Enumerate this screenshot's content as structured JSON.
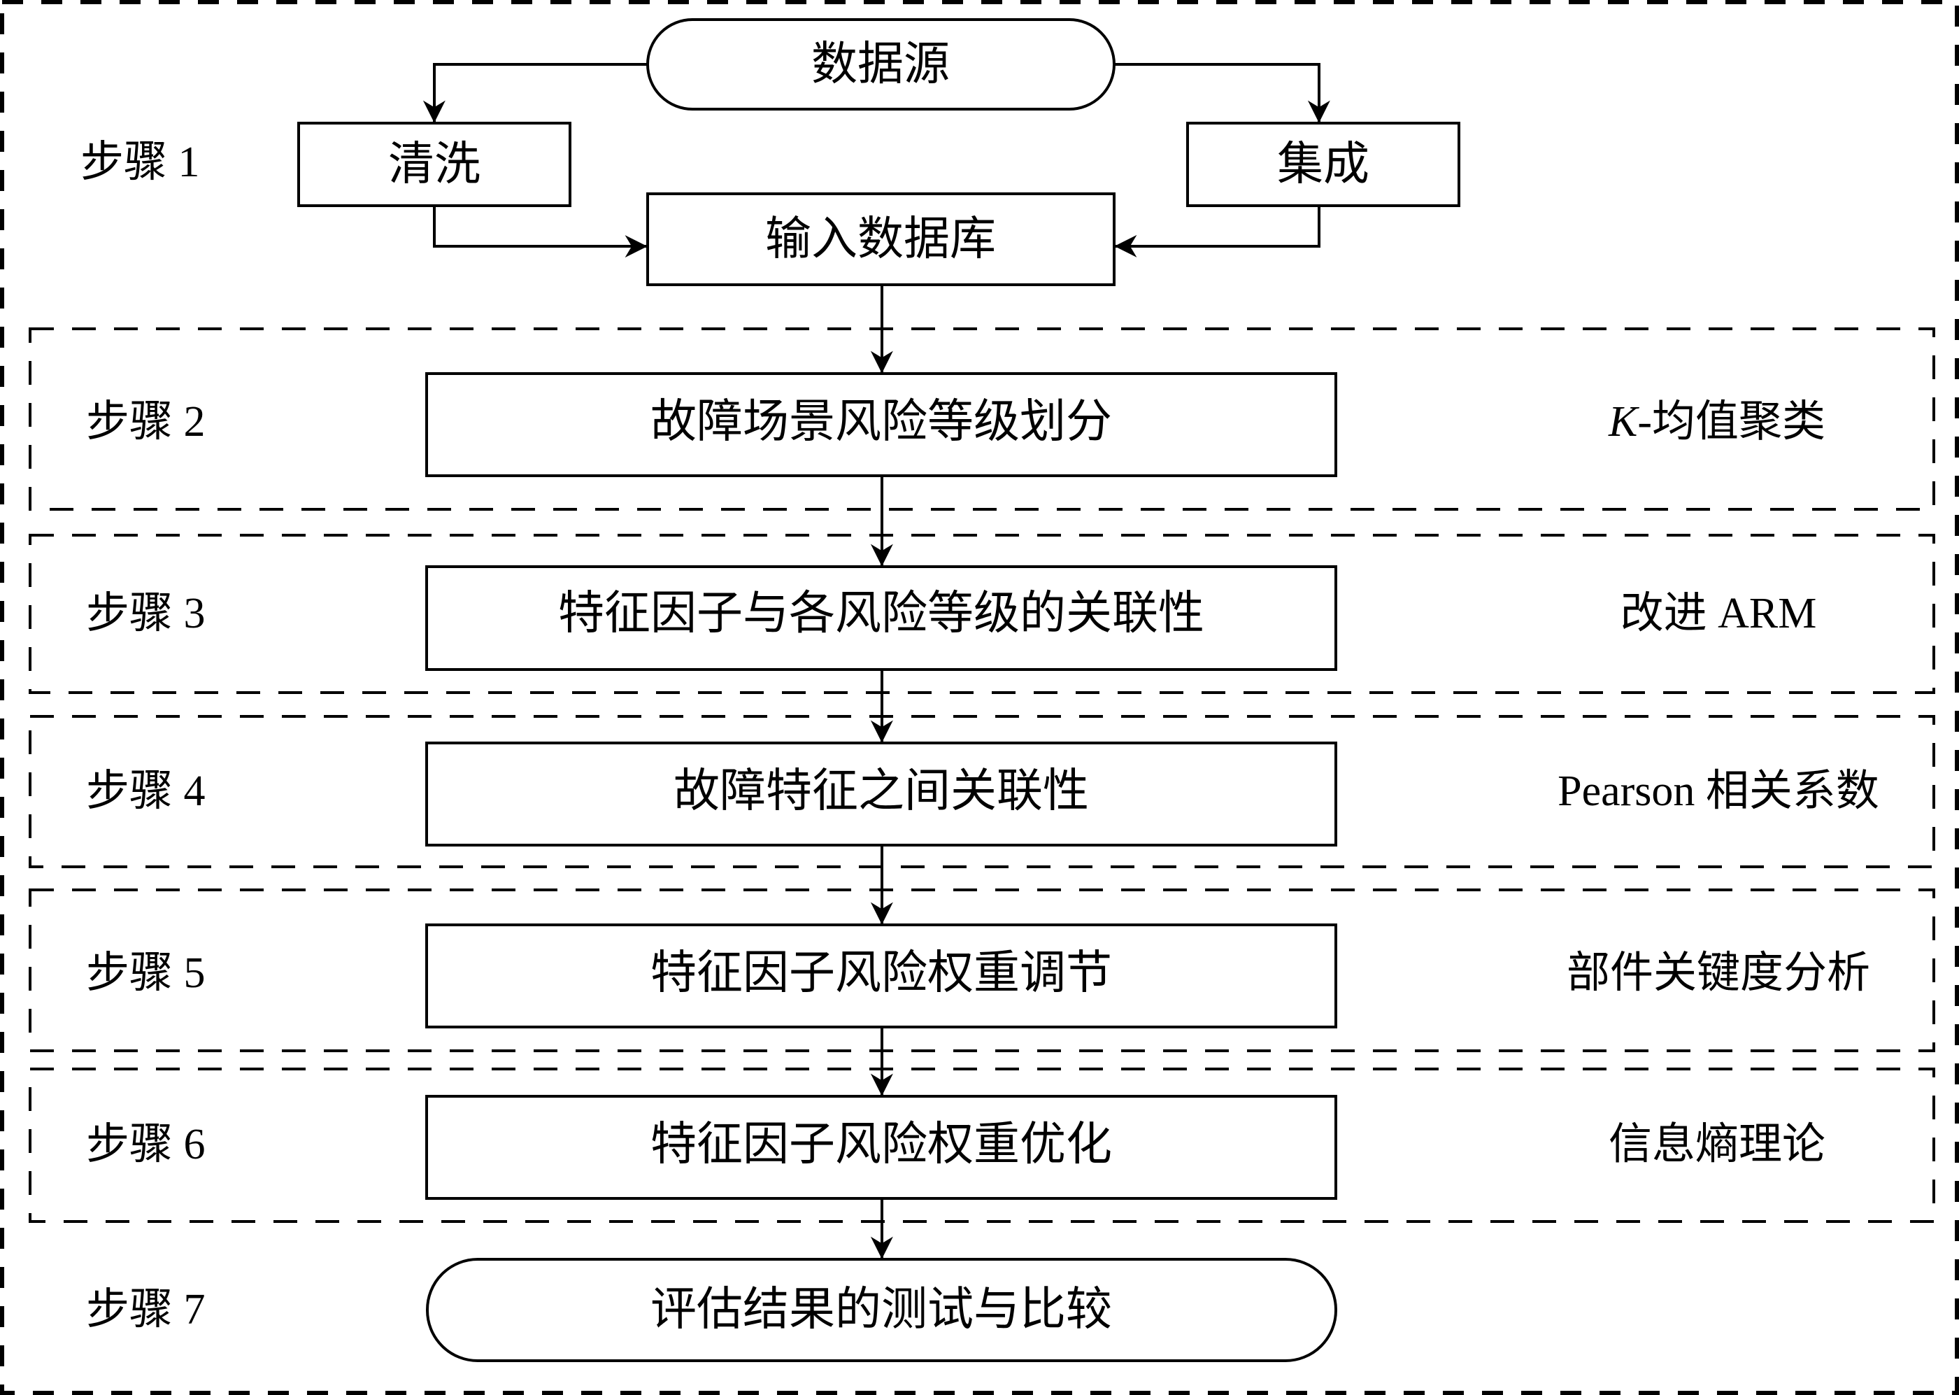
{
  "diagram": {
    "type": "flowchart",
    "colors": {
      "stroke": "#000000",
      "background": "#ffffff",
      "text": "#000000"
    },
    "nodes": {
      "data_source": "数据源",
      "cleaning": "清洗",
      "integration": "集成",
      "input_db": "输入数据库",
      "step2_box": "故障场景风险等级划分",
      "step3_box": "特征因子与各风险等级的关联性",
      "step4_box": "故障特征之间关联性",
      "step5_box": "特征因子风险权重调节",
      "step6_box": "特征因子风险权重优化",
      "step7_box": "评估结果的测试与比较"
    },
    "steps": [
      "步骤 1",
      "步骤 2",
      "步骤 3",
      "步骤 4",
      "步骤 5",
      "步骤 6",
      "步骤 7"
    ],
    "methods": {
      "step2_prefix": "K",
      "step2_rest": "-均值聚类",
      "step3": "改进 ARM",
      "step4": "Pearson 相关系数",
      "step5": "部件关键度分析",
      "step6": "信息熵理论"
    },
    "edges": [
      {
        "from": "数据源",
        "to": "清洗"
      },
      {
        "from": "数据源",
        "to": "集成"
      },
      {
        "from": "清洗",
        "to": "输入数据库"
      },
      {
        "from": "集成",
        "to": "输入数据库"
      },
      {
        "from": "输入数据库",
        "to": "故障场景风险等级划分"
      },
      {
        "from": "故障场景风险等级划分",
        "to": "特征因子与各风险等级的关联性"
      },
      {
        "from": "特征因子与各风险等级的关联性",
        "to": "故障特征之间关联性"
      },
      {
        "from": "故障特征之间关联性",
        "to": "特征因子风险权重调节"
      },
      {
        "from": "特征因子风险权重调节",
        "to": "特征因子风险权重优化"
      },
      {
        "from": "特征因子风险权重优化",
        "to": "评估结果的测试与比较"
      }
    ]
  }
}
